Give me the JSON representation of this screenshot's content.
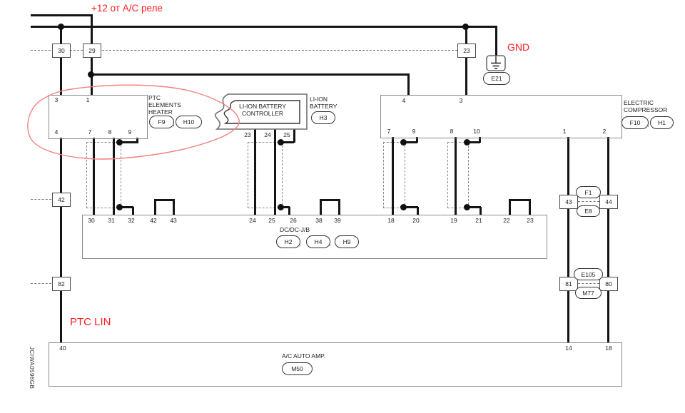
{
  "punct": {
    "comma": ","
  },
  "notes": {
    "plus12": "+12 от А/С реле",
    "gnd": "GND",
    "ptc_lin": "PTC LIN"
  },
  "figure_code": "JCIWA0596GB",
  "connectors": {
    "c30": "30",
    "c29": "29",
    "c23": "23",
    "c42": "42",
    "c82": "82",
    "c43": "43",
    "c44": "44",
    "c81": "81",
    "c80": "80",
    "f1": "F1",
    "e8": "E8",
    "e105": "E105",
    "m77": "M77",
    "e21": "E21"
  },
  "ptc": {
    "line1": "PTC",
    "line2": "ELEMENTS",
    "line3": "HEATER",
    "conn1": "F9",
    "conn2": "H10",
    "pins_top": [
      "3",
      "1"
    ],
    "pins_bottom": [
      "4",
      "7",
      "8",
      "9"
    ]
  },
  "liion": {
    "ctrl_line1": "LI-ION BATTERY",
    "ctrl_line2": "CONTROLLER",
    "batt_line1": "LI-ION",
    "batt_line2": "BATTERY",
    "conn": "H3",
    "pins": [
      "23",
      "24",
      "25"
    ]
  },
  "compressor": {
    "line1": "ELECTRIC",
    "line2": "COMPRESSOR",
    "conn1": "F10",
    "conn2": "H1",
    "pins_top": [
      "4",
      "3"
    ],
    "pins_bottom": [
      "7",
      "9",
      "8",
      "10",
      "1",
      "2"
    ]
  },
  "dcdc": {
    "name": "DC/DC-J/B",
    "conn1": "H2",
    "conn2": "H4",
    "conn3": "H9",
    "pins": [
      "30",
      "31",
      "32",
      "42",
      "43",
      "24",
      "25",
      "26",
      "38",
      "39",
      "18",
      "20",
      "19",
      "21",
      "22",
      "23"
    ]
  },
  "amp": {
    "name": "A/C AUTO AMP.",
    "conn": "M50",
    "pins": [
      "40",
      "14",
      "18"
    ]
  },
  "colors": {
    "red_text": "#ff1f1f",
    "red_sketch": "#f4817e",
    "wire": "#141414",
    "component_border": "#8a8a8a"
  }
}
